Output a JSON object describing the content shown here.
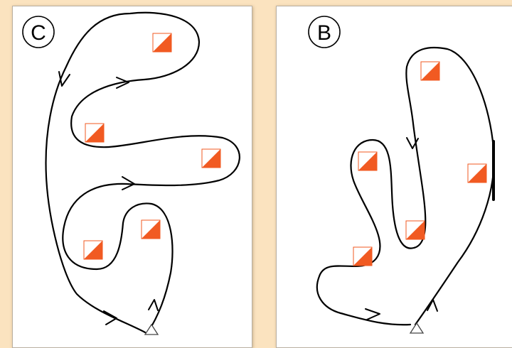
{
  "panels": [
    {
      "label": "C",
      "control_count": 5
    },
    {
      "label": "B",
      "control_count": 5
    }
  ],
  "colors": {
    "background": "#fbe3bf",
    "control_orange": "#f15a22",
    "control_white": "#ffffff",
    "path": "#000000"
  },
  "icons": [
    "control-flag-icon",
    "start-triangle-icon"
  ]
}
